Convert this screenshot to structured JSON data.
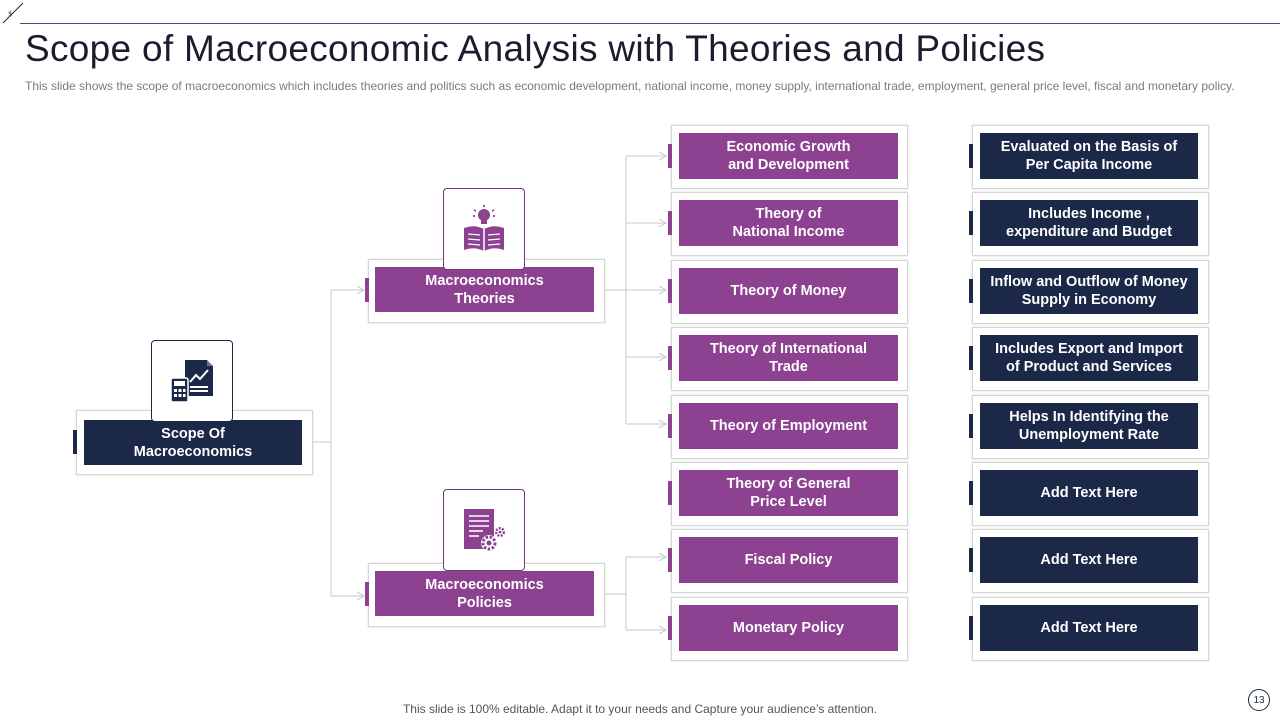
{
  "title": "Scope of Macroeconomic Analysis with Theories and Policies",
  "subtitle": "This slide shows the scope of macroeconomics which includes theories and politics such as economic development, national income, money supply, international trade, employment, general price level, fiscal and monetary policy.",
  "root": {
    "label": "Scope Of\nMacroeconomics",
    "icon": "document-chart-calculator-icon"
  },
  "theories": {
    "label": "Macroeconomics\nTheories",
    "icon": "idea-book-icon"
  },
  "policies": {
    "label": "Macroeconomics\nPolicies",
    "icon": "document-gear-icon"
  },
  "items": [
    {
      "label": "Economic Growth\nand Development",
      "desc": "Evaluated on the Basis of\n Per Capita Income"
    },
    {
      "label": "Theory of\nNational Income",
      "desc": "Includes Income ,\n expenditure and Budget"
    },
    {
      "label": "Theory of Money",
      "desc": "Inflow and Outflow of Money\nSupply in Economy"
    },
    {
      "label": "Theory of International\nTrade",
      "desc": "Includes Export and Import\nof Product and Services"
    },
    {
      "label": "Theory of Employment",
      "desc": "Helps In Identifying the\n Unemployment Rate"
    },
    {
      "label": "Theory of General\nPrice Level",
      "desc": "Add  Text Here"
    },
    {
      "label": "Fiscal Policy",
      "desc": "Add  Text Here"
    },
    {
      "label": "Monetary Policy",
      "desc": "Add  Text Here"
    }
  ],
  "footer": "This slide is 100% editable. Adapt it to your needs and Capture your audience’s attention.",
  "page_number": "13",
  "colors": {
    "purple": "#8c4191",
    "navy": "#1b2848",
    "connector": "#c9c9c9"
  }
}
